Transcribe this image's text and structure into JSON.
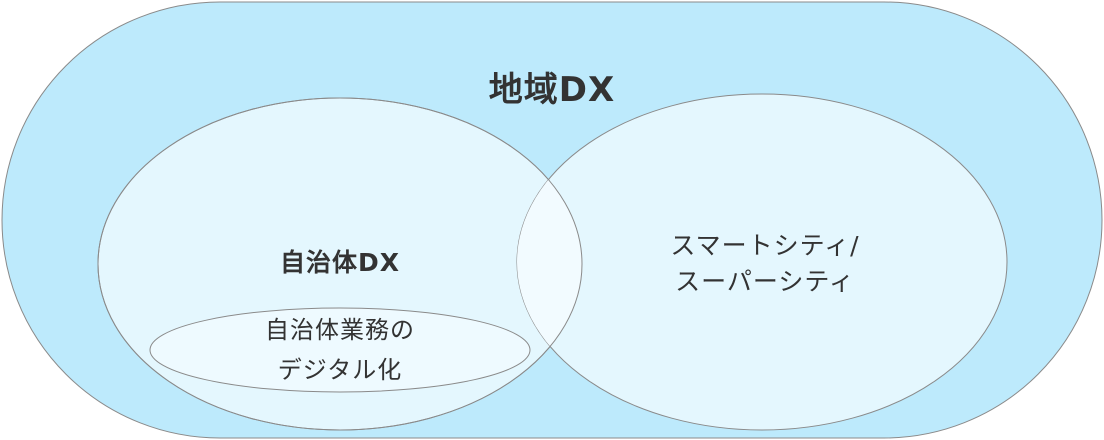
{
  "diagram": {
    "title": "地域DX",
    "left_circle": {
      "label": "自治体DX"
    },
    "inner_ellipse": {
      "line1": "自治体業務の",
      "line2": "デジタル化"
    },
    "right_circle": {
      "line1": "スマートシティ/",
      "line2": "スーパーシティ"
    },
    "colors": {
      "outer_fill": "#bdeafc",
      "circle_fill": "#e4f7fe",
      "overlap_fill": "#f2fbff",
      "inner_fill": "#eefaff",
      "stroke": "#8a8a8a",
      "text": "#333333"
    }
  }
}
